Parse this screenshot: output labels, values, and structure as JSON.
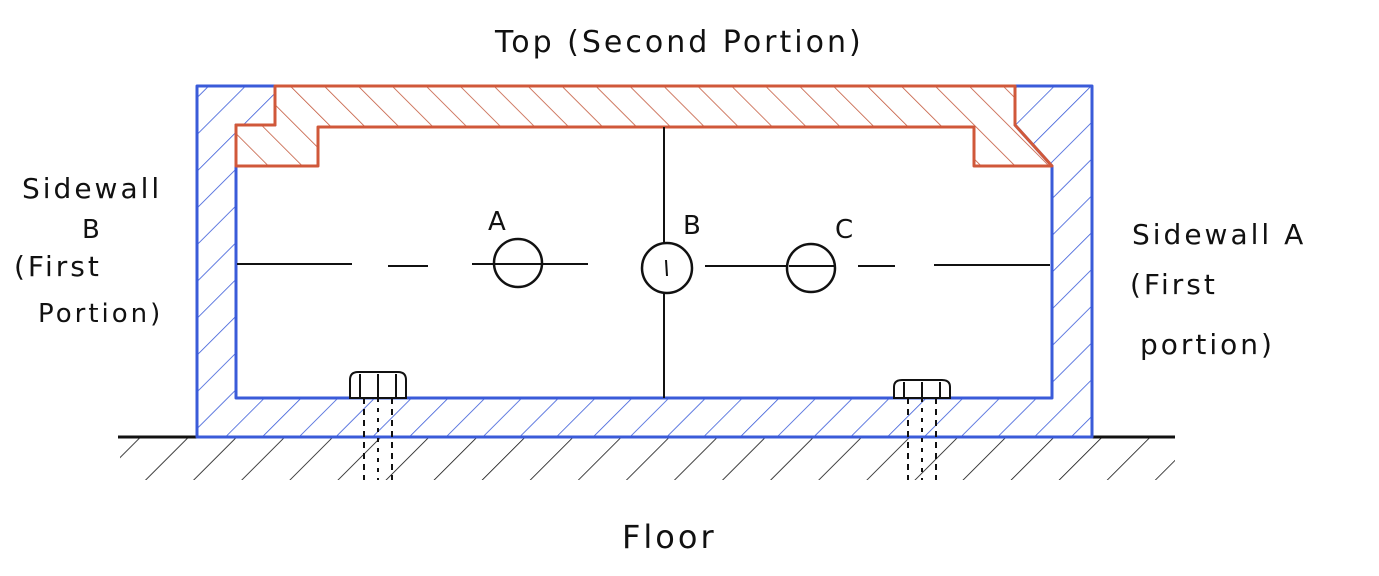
{
  "labels": {
    "top": "Top (Second Portion)",
    "sidewall_b_line1": "Sidewall",
    "sidewall_b_line2": "B",
    "sidewall_b_line3": "(First",
    "sidewall_b_line4": "Portion)",
    "sidewall_a_line1": "Sidewall A",
    "sidewall_a_line2": "(First",
    "sidewall_a_line3": "portion)",
    "floor": "Floor",
    "point_a": "A",
    "point_b": "B",
    "point_c": "C"
  },
  "colors": {
    "sidewall_outline": "#3a5bd9",
    "top_outline": "#d0583a",
    "ink": "#111111"
  }
}
